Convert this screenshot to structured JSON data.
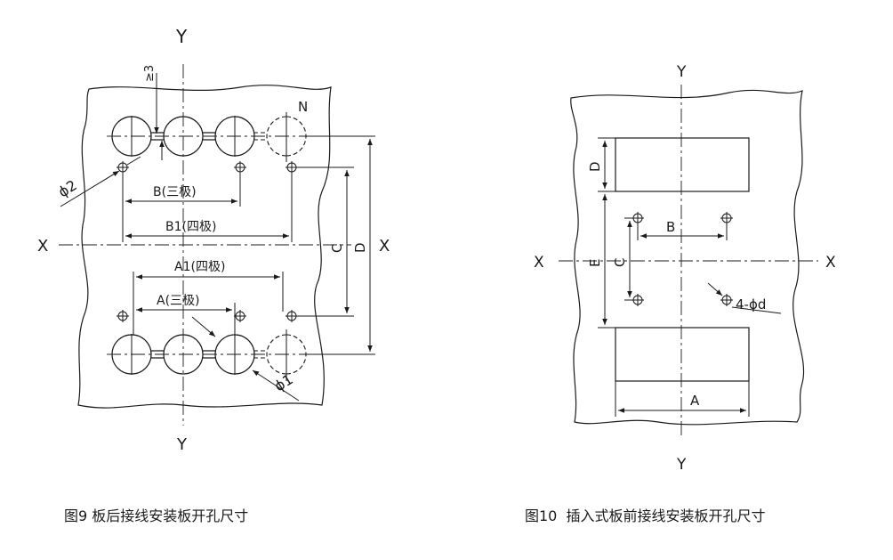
{
  "fig9": {
    "caption": "图9 板后接线安装板开孔尺寸",
    "axis_y_top": "Y",
    "axis_y_bottom": "Y",
    "axis_x_left": "X",
    "axis_x_right": "X",
    "label_ge3": "≥3",
    "label_n": "N",
    "label_phi2": "ϕ2",
    "label_phi1": "ϕ1",
    "label_b": "B(三极)",
    "label_b1": "B1(四极)",
    "label_a1": "A1(四极)",
    "label_a": "A(三极)",
    "label_c": "C",
    "label_d": "D"
  },
  "fig10": {
    "caption": "图10  插入式板前接线安装板开孔尺寸",
    "axis_y_top": "Y",
    "axis_y_bottom": "Y",
    "axis_x_left": "X",
    "axis_x_right": "X",
    "label_d": "D",
    "label_b": "B",
    "label_e": "E",
    "label_c": "C",
    "label_hole": "4-ϕd",
    "label_a": "A"
  }
}
